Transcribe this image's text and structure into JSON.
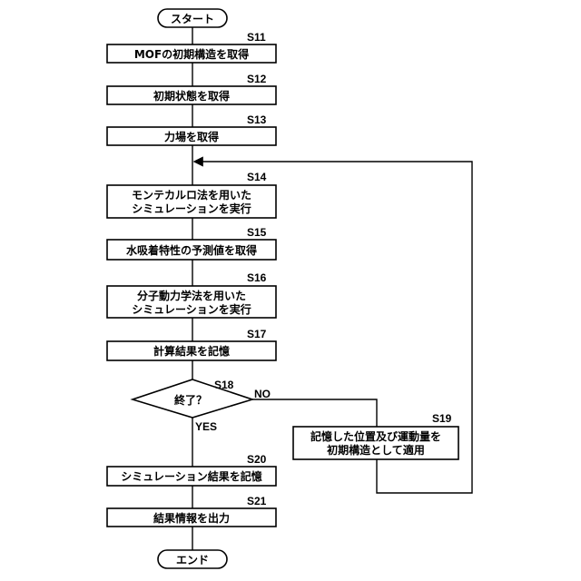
{
  "start": "スタート",
  "end": "エンド",
  "steps": {
    "s11": {
      "id": "S11",
      "text": "MOFの初期構造を取得"
    },
    "s12": {
      "id": "S12",
      "text": "初期状態を取得"
    },
    "s13": {
      "id": "S13",
      "text": "力場を取得"
    },
    "s14": {
      "id": "S14",
      "line1": "モンテカルロ法を用いた",
      "line2": "シミュレーションを実行"
    },
    "s15": {
      "id": "S15",
      "text": "水吸着特性の予測値を取得"
    },
    "s16": {
      "id": "S16",
      "line1": "分子動力学法を用いた",
      "line2": "シミュレーションを実行"
    },
    "s17": {
      "id": "S17",
      "text": "計算結果を記憶"
    },
    "s18": {
      "id": "S18",
      "text": "終了？",
      "no": "NO",
      "yes": "YES"
    },
    "s19": {
      "id": "S19",
      "line1": "記憶した位置及び運動量を",
      "line2": "初期構造として適用"
    },
    "s20": {
      "id": "S20",
      "text": "シミュレーション結果を記憶"
    },
    "s21": {
      "id": "S21",
      "text": "結果情報を出力"
    }
  }
}
